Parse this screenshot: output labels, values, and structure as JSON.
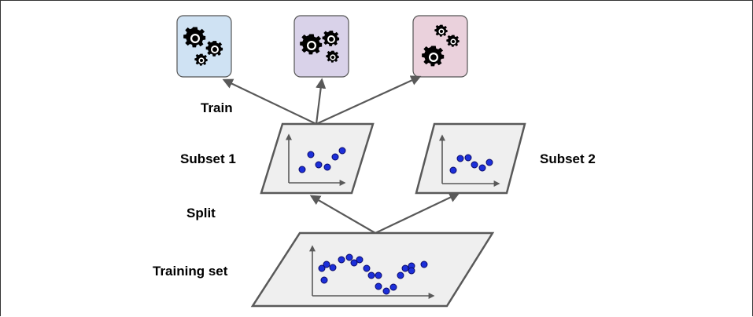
{
  "labels": {
    "train": "Train",
    "split": "Split",
    "subset1": "Subset 1",
    "subset2": "Subset 2",
    "training_set": "Training set"
  },
  "models": [
    {
      "color": "#cfe2f3",
      "icon": "gears-icon"
    },
    {
      "color": "#d9d2e9",
      "icon": "gears-icon"
    },
    {
      "color": "#ead1dc",
      "icon": "gears-icon"
    }
  ],
  "colors": {
    "panel_fill": "#efefef",
    "panel_stroke": "#595959",
    "arrow": "#595959",
    "point_fill": "#1c2fd9",
    "point_stroke": "#0a0a6b"
  }
}
